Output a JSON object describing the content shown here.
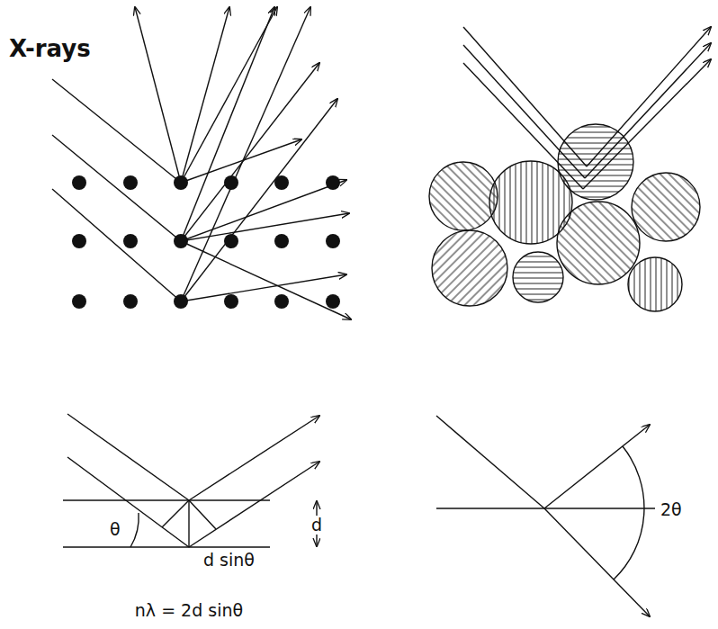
{
  "diagram": {
    "title": "X-rays",
    "labels": [
      "θ",
      "d sinθ",
      "d",
      "nλ = 2d sinθ",
      "2θ"
    ]
  }
}
